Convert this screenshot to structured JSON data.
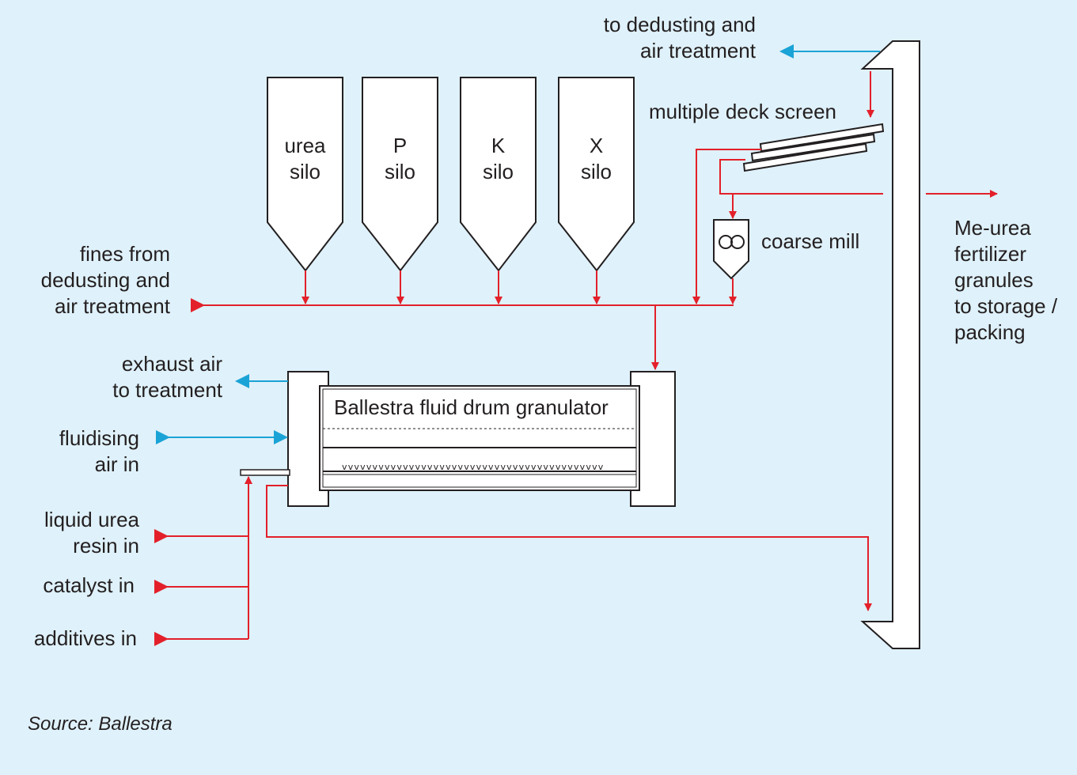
{
  "silos": [
    {
      "line1": "urea",
      "line2": "silo"
    },
    {
      "line1": "P",
      "line2": "silo"
    },
    {
      "line1": "K",
      "line2": "silo"
    },
    {
      "line1": "X",
      "line2": "silo"
    }
  ],
  "labels": {
    "dedusting_out_l1": "to dedusting and",
    "dedusting_out_l2": "air treatment",
    "screen": "multiple deck screen",
    "coarse_mill": "coarse mill",
    "product_l1": "Me-urea",
    "product_l2": "fertilizer",
    "product_l3": "granules",
    "product_l4": "to storage /",
    "product_l5": "packing",
    "fines_l1": "fines from",
    "fines_l2": "dedusting and",
    "fines_l3": "air treatment",
    "exhaust_l1": "exhaust air",
    "exhaust_l2": "to treatment",
    "fluid_l1": "fluidising",
    "fluid_l2": "air in",
    "urea_resin_l1": "liquid urea",
    "urea_resin_l2": "resin in",
    "catalyst": "catalyst in",
    "additives": "additives in",
    "granulator": "Ballestra fluid drum granulator",
    "source": "Source: Ballestra"
  },
  "colors": {
    "background": "#dff1fa",
    "material_flow": "#e3202a",
    "air_flow": "#1aa3d6",
    "equipment_outline": "#231f20",
    "equipment_fill": "#ffffff"
  }
}
